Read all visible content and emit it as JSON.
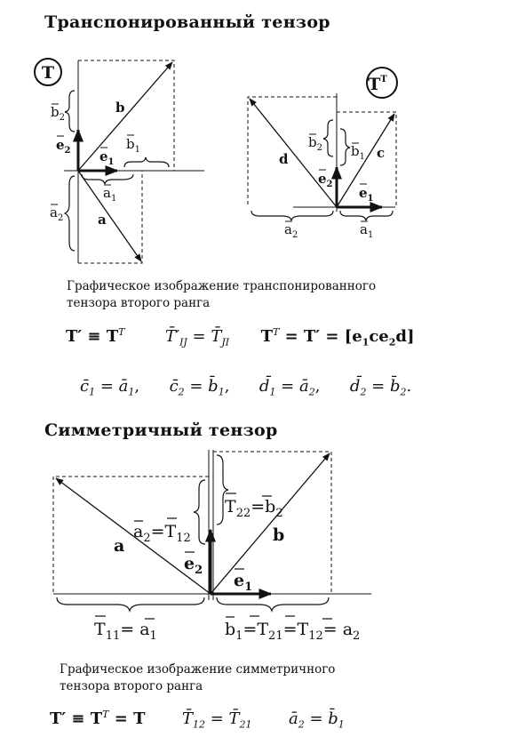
{
  "section1": {
    "heading": "Транспонированный тензор",
    "badge_left": "T",
    "badge_right": "T",
    "badge_right_sup": "T",
    "labels": {
      "b2": "b",
      "b2_sub": "2",
      "e2": "e",
      "e2_sub": "2",
      "b": "b",
      "e1": "e",
      "e1_sub": "1",
      "b1": "b",
      "b1_sub": "1",
      "a1": "a",
      "a1_sub": "1",
      "a2": "a",
      "a2_sub": "2",
      "a": "a"
    },
    "labels_right": {
      "d": "d",
      "b2": "b",
      "b2_sub": "2",
      "b1": "b",
      "b1_sub": "1",
      "c": "c",
      "e2": "e",
      "e2_sub": "2",
      "e1": "e",
      "e1_sub": "1",
      "a2": "a",
      "a2_sub": "2",
      "a1": "a",
      "a1_sub": "1"
    },
    "caption_line1": "Графическое изображение транспонированного",
    "caption_line2": "тензора второго ранга",
    "formula1": {
      "p1": "T′ ≡ T",
      "p1_sup": "T",
      "p2": "T̄′",
      "p2_sub": "IJ",
      "p2_eq": " = T̄",
      "p2_sub2": "JI",
      "p3": "T",
      "p3_sup": "T",
      "p3_rest": " = T′ = [e",
      "p3_s1": "1",
      "p3_mid": "ce",
      "p3_s2": "2",
      "p3_end": "d]"
    },
    "formula2": {
      "t1": "c̄",
      "t1_sub": "1",
      "t1_rest": " = ā",
      "t1_sub2": "1",
      "t1_end": ",",
      "t2": "c̄",
      "t2_sub": "2",
      "t2_rest": " = b̄",
      "t2_sub2": "1",
      "t2_end": ",",
      "t3": "d̄",
      "t3_sub": "1",
      "t3_rest": " = ā",
      "t3_sub2": "2",
      "t3_end": ",",
      "t4": "d̄",
      "t4_sub": "2",
      "t4_rest": " = b̄",
      "t4_sub2": "2",
      "t4_end": "."
    }
  },
  "section2": {
    "heading": "Симметричный тензор",
    "labels": {
      "a": "a",
      "a2": "a",
      "a2_sub": "2",
      "eq1": "=T",
      "eq1_sub": "12",
      "T22": "T",
      "T22_sub": "22",
      "eq2": "=b",
      "eq2_sub": "2",
      "b": "b",
      "e2": "e",
      "e2_sub": "2",
      "e1": "e",
      "e1_sub": "1",
      "T11": "T",
      "T11_sub": "11",
      "eq3": "= a",
      "eq3_sub": "1",
      "b1": "b",
      "b1_sub": "1",
      "eq4": "=T",
      "eq4_sub": "21",
      "eq5": "=T",
      "eq5_sub": "12",
      "eq6": "= a",
      "eq6_sub": "2"
    },
    "caption_line1": "Графическое изображение симметричного",
    "caption_line2": "тензора второго ранга",
    "formula": {
      "p1": "T′ ≡ T",
      "p1_sup": "T",
      "p1_rest": " = T",
      "p2": "T̄",
      "p2_sub": "12",
      "p2_eq": " = T̄",
      "p2_sub2": "21",
      "p3": "ā",
      "p3_sub": "2",
      "p3_eq": " = b̄",
      "p3_sub2": "1"
    }
  }
}
